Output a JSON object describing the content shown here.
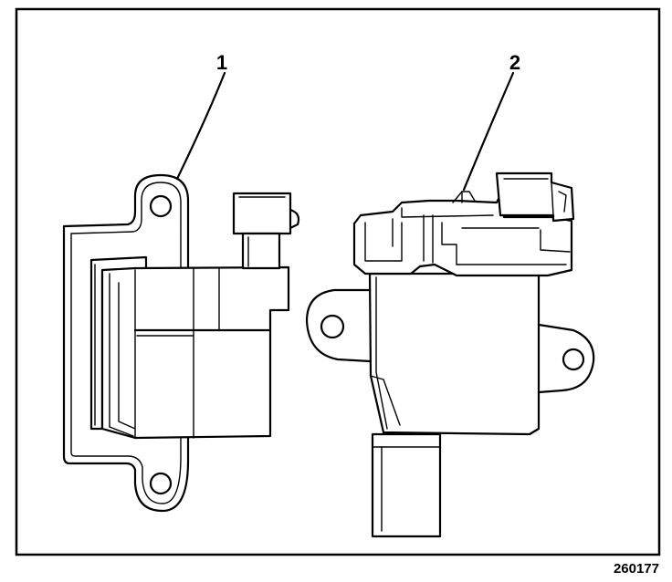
{
  "callouts": [
    {
      "id": "1",
      "label": "1"
    },
    {
      "id": "2",
      "label": "2"
    }
  ],
  "figure_number": "260177"
}
